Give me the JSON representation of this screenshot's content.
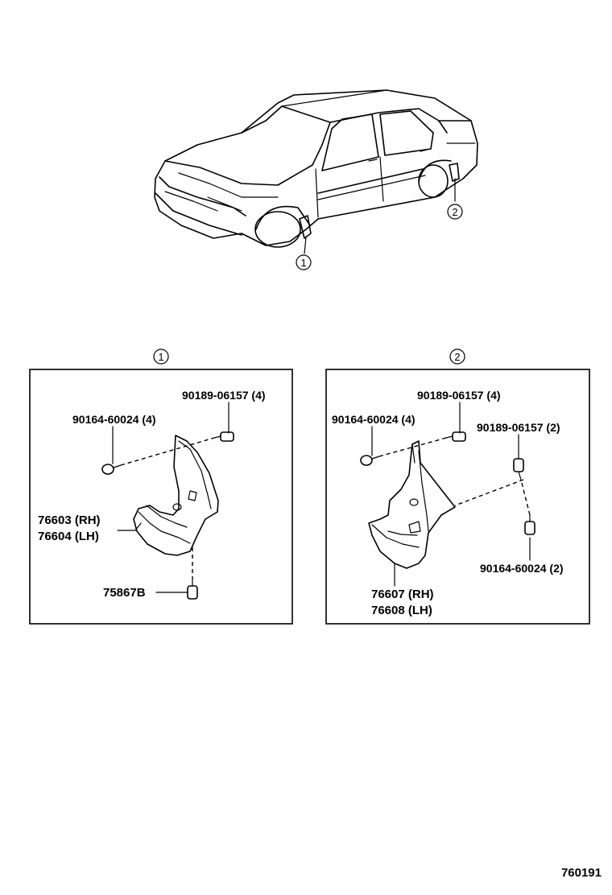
{
  "callouts": {
    "front": "1",
    "rear": "2"
  },
  "panel_front": {
    "header": "1",
    "parts": [
      {
        "part_no": "90189-06157",
        "qty": "(4)"
      },
      {
        "part_no": "90164-60024",
        "qty": "(4)"
      },
      {
        "part_no": "76603",
        "side": "(RH)"
      },
      {
        "part_no": "76604",
        "side": "(LH)"
      },
      {
        "part_no": "75867B",
        "qty": ""
      }
    ]
  },
  "panel_rear": {
    "header": "2",
    "parts": [
      {
        "part_no": "90189-06157",
        "qty": "(4)"
      },
      {
        "part_no": "90164-60024",
        "qty": "(4)"
      },
      {
        "part_no": "90189-06157",
        "qty": "(2)"
      },
      {
        "part_no": "90164-60024",
        "qty": "(2)"
      },
      {
        "part_no": "76607",
        "side": "(RH)"
      },
      {
        "part_no": "76608",
        "side": "(LH)"
      }
    ]
  },
  "figure_code": "760191"
}
